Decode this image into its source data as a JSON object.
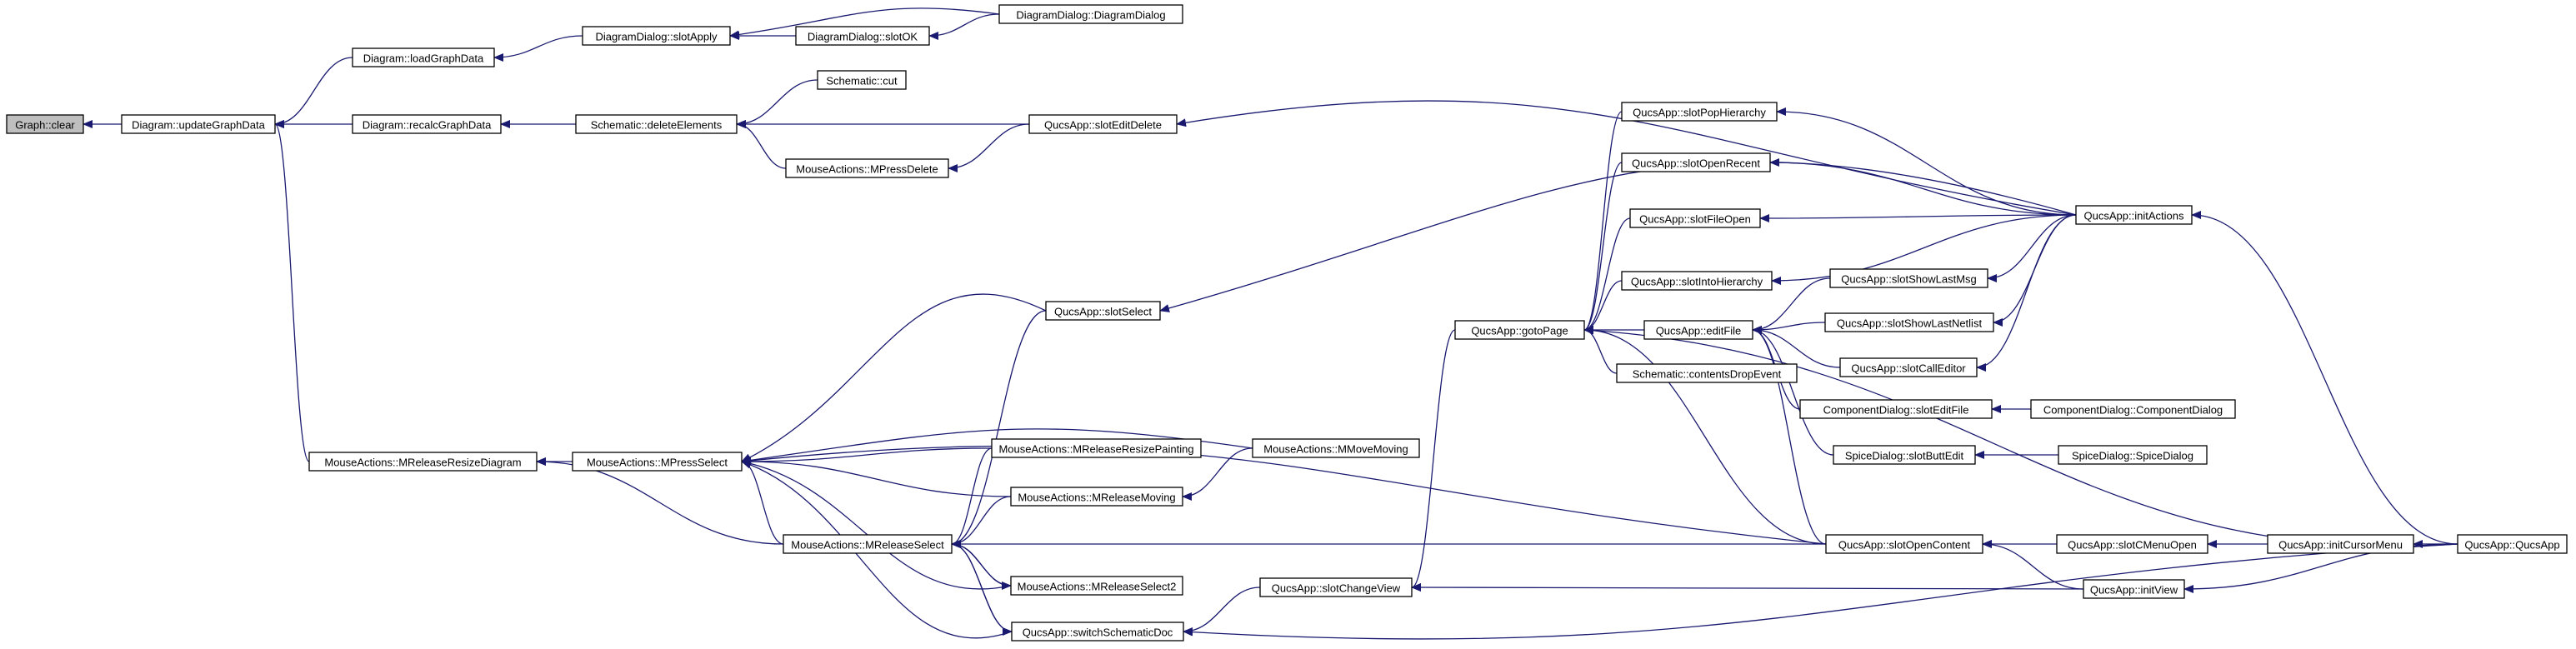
{
  "graph": {
    "edge_color": "#191970",
    "root_fill": "#bfbfbf",
    "node_fill": "#ffffff",
    "nodes": [
      {
        "id": "graph_clear",
        "label": "Graph::clear"
      },
      {
        "id": "diagram_updateGraphData",
        "label": "Diagram::updateGraphData"
      },
      {
        "id": "diagram_loadGraphData",
        "label": "Diagram::loadGraphData"
      },
      {
        "id": "diagram_recalcGraphData",
        "label": "Diagram::recalcGraphData"
      },
      {
        "id": "mouse_MReleaseResizeDiagram",
        "label": "MouseActions::MReleaseResizeDiagram"
      },
      {
        "id": "diagramdialog_slotApply",
        "label": "DiagramDialog::slotApply"
      },
      {
        "id": "diagramdialog_slotOK",
        "label": "DiagramDialog::slotOK"
      },
      {
        "id": "diagramdialog_DiagramDialog",
        "label": "DiagramDialog::DiagramDialog"
      },
      {
        "id": "schematic_cut",
        "label": "Schematic::cut"
      },
      {
        "id": "schematic_deleteElements",
        "label": "Schematic::deleteElements"
      },
      {
        "id": "mouse_MPressDelete",
        "label": "MouseActions::MPressDelete"
      },
      {
        "id": "qucs_slotEditDelete",
        "label": "QucsApp::slotEditDelete"
      },
      {
        "id": "qucs_slotSelect",
        "label": "QucsApp::slotSelect"
      },
      {
        "id": "mouse_MPressSelect",
        "label": "MouseActions::MPressSelect"
      },
      {
        "id": "mouse_MReleaseResizePainting",
        "label": "MouseActions::MReleaseResizePainting"
      },
      {
        "id": "mouse_MMoveMoving",
        "label": "MouseActions::MMoveMoving"
      },
      {
        "id": "mouse_MReleaseMoving",
        "label": "MouseActions::MReleaseMoving"
      },
      {
        "id": "mouse_MReleaseSelect",
        "label": "MouseActions::MReleaseSelect"
      },
      {
        "id": "mouse_MReleaseSelect2",
        "label": "MouseActions::MReleaseSelect2"
      },
      {
        "id": "qucs_switchSchematicDoc",
        "label": "QucsApp::switchSchematicDoc"
      },
      {
        "id": "qucs_slotChangeView",
        "label": "QucsApp::slotChangeView"
      },
      {
        "id": "qucs_gotoPage",
        "label": "QucsApp::gotoPage"
      },
      {
        "id": "qucs_slotPopHierarchy",
        "label": "QucsApp::slotPopHierarchy"
      },
      {
        "id": "qucs_slotOpenRecent",
        "label": "QucsApp::slotOpenRecent"
      },
      {
        "id": "qucs_slotFileOpen",
        "label": "QucsApp::slotFileOpen"
      },
      {
        "id": "qucs_slotIntoHierarchy",
        "label": "QucsApp::slotIntoHierarchy"
      },
      {
        "id": "qucs_editFile",
        "label": "QucsApp::editFile"
      },
      {
        "id": "schematic_contentsDropEvent",
        "label": "Schematic::contentsDropEvent"
      },
      {
        "id": "qucs_slotShowLastMsg",
        "label": "QucsApp::slotShowLastMsg"
      },
      {
        "id": "qucs_slotShowLastNetlist",
        "label": "QucsApp::slotShowLastNetlist"
      },
      {
        "id": "qucs_slotCallEditor",
        "label": "QucsApp::slotCallEditor"
      },
      {
        "id": "componentdialog_slotEditFile",
        "label": "ComponentDialog::slotEditFile"
      },
      {
        "id": "componentdialog_ComponentDialog",
        "label": "ComponentDialog::ComponentDialog"
      },
      {
        "id": "spicedialog_slotButtEdit",
        "label": "SpiceDialog::slotButtEdit"
      },
      {
        "id": "spicedialog_SpiceDialog",
        "label": "SpiceDialog::SpiceDialog"
      },
      {
        "id": "qucs_slotOpenContent",
        "label": "QucsApp::slotOpenContent"
      },
      {
        "id": "qucs_slotCMenuOpen",
        "label": "QucsApp::slotCMenuOpen"
      },
      {
        "id": "qucs_initCursorMenu",
        "label": "QucsApp::initCursorMenu"
      },
      {
        "id": "qucs_initView",
        "label": "QucsApp::initView"
      },
      {
        "id": "qucs_initActions",
        "label": "QucsApp::initActions"
      },
      {
        "id": "qucs_QucsApp",
        "label": "QucsApp::QucsApp"
      }
    ]
  }
}
